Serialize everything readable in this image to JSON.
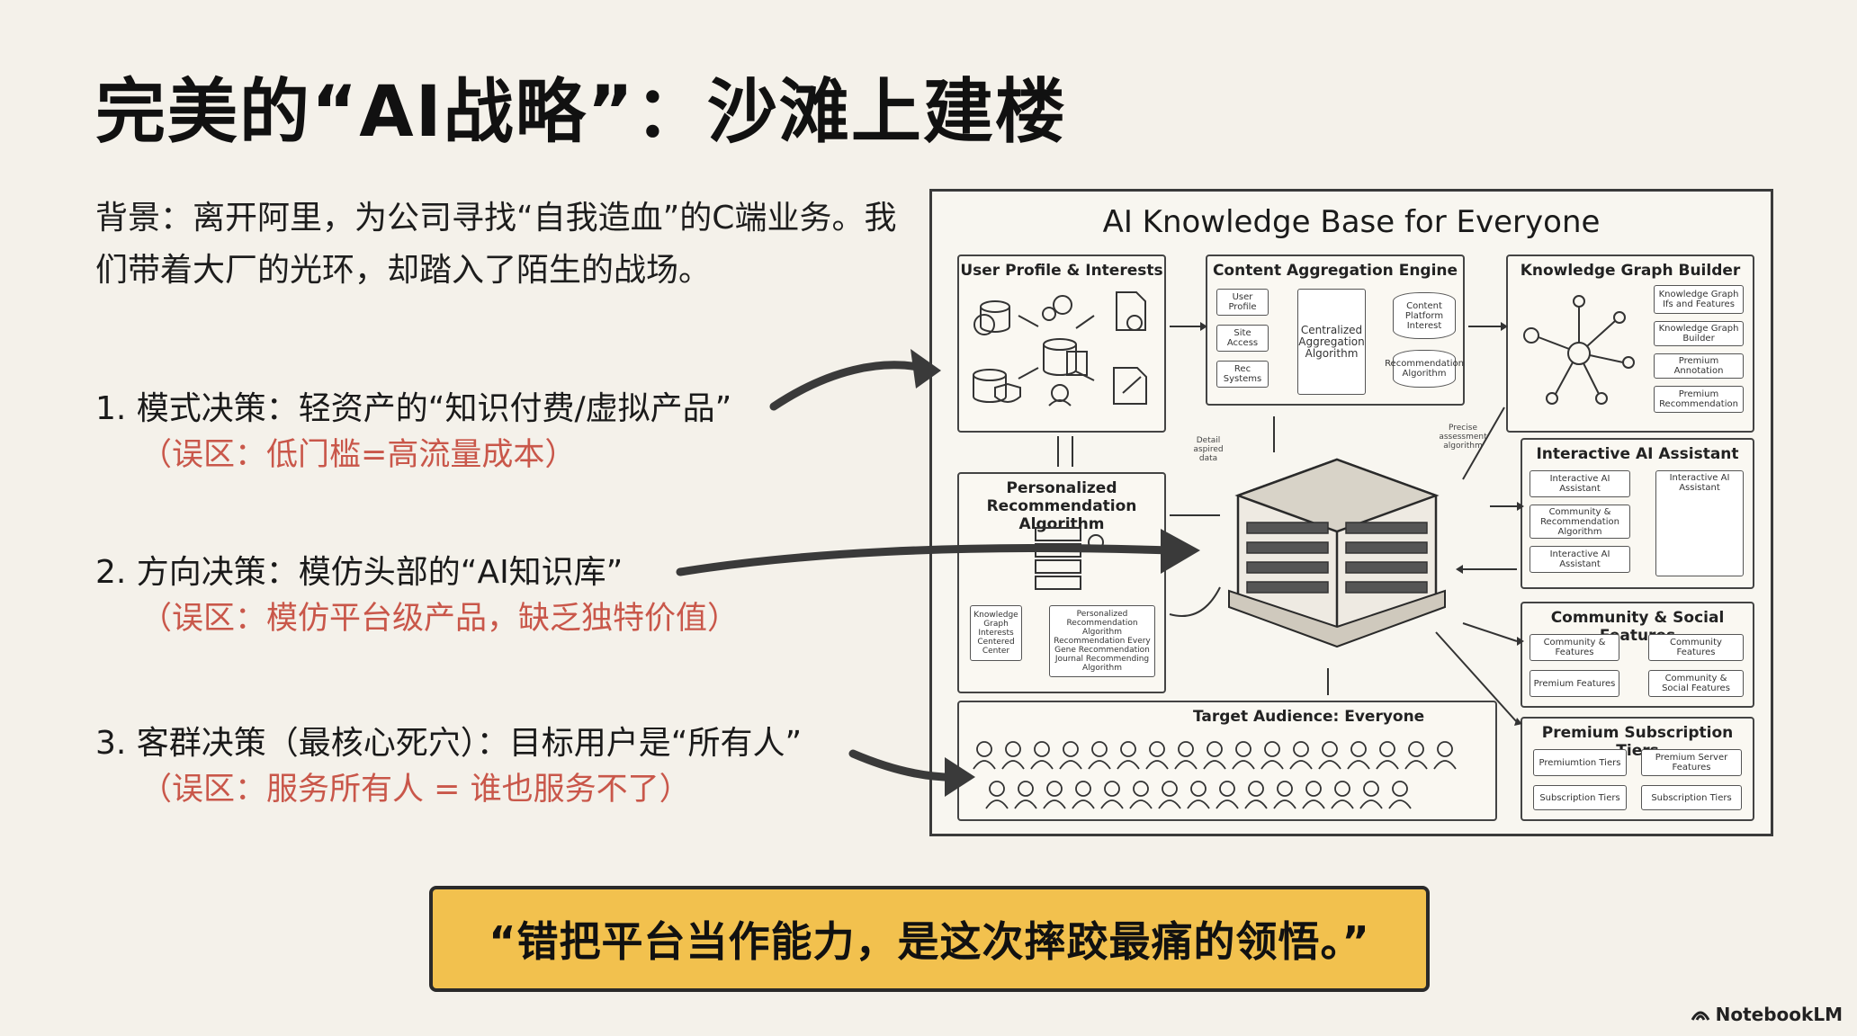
{
  "title": "完美的“AI战略”：沙滩上建楼",
  "background": "背景：离开阿里，为公司寻找“自我造血”的C端业务。我们带着大厂的光环，却踏入了陌生的战场。",
  "decisions": [
    {
      "main": "1. 模式决策：轻资产的“知识付费/虚拟产品”",
      "sub": "（误区：低门槛=高流量成本）"
    },
    {
      "main": "2. 方向决策：模仿头部的“AI知识库”",
      "sub": "（误区：模仿平台级产品，缺乏独特价值）"
    },
    {
      "main": "3. 客群决策（最核心死穴）：目标用户是“所有人”",
      "sub": "（误区：服务所有人 = 谁也服务不了）"
    }
  ],
  "diagram": {
    "title": "AI Knowledge Base for Everyone",
    "panels": {
      "user_profile": "User Profile & Interests",
      "content_aggregation": "Content Aggregation Engine",
      "knowledge_graph": "Knowledge Graph Builder",
      "recommendation": "Personalized Recommendation Algorithm",
      "assistant": "Interactive AI Assistant",
      "community": "Community & Social Features",
      "audience": "Target Audience: Everyone",
      "premium": "Premium Subscription Tiers"
    },
    "content_items": [
      "User Profile",
      "Site Access",
      "Rec Systems",
      "Centralized Aggregation Algorithm",
      "Content Platform Interest",
      "Recommendation Algorithm"
    ],
    "graph_items": [
      "Knowledge Graph Ifs and Features",
      "Knowledge Graph Builder",
      "Premium Annotation",
      "Premium Recommendation"
    ],
    "recommend_items": [
      "Knowledge Graph Interests Centered Center",
      "Personalized Recommendation Algorithm Recommendation Every Gene Recommendation Journal Recommending Algorithm"
    ],
    "assistant_items": [
      "Interactive AI Assistant",
      "Community & Recommendation Algorithm",
      "Interactive AI Assistant",
      "Interactive AI Assistant"
    ],
    "community_items": [
      "Community & Features",
      "Community Features",
      "Premium Features",
      "Community & Social Features"
    ],
    "premium_items": [
      "Premiumtion Tiers",
      "Premium Server Features",
      "Subscription Tiers",
      "Subscription Tiers"
    ]
  },
  "quote": "“错把平台当作能力，是这次摔跤最痛的领悟。”",
  "brand": "NotebookLM",
  "colors": {
    "background": "#f4f1ea",
    "accent_red": "#c9574a",
    "quote_fill": "#f2c14e"
  }
}
